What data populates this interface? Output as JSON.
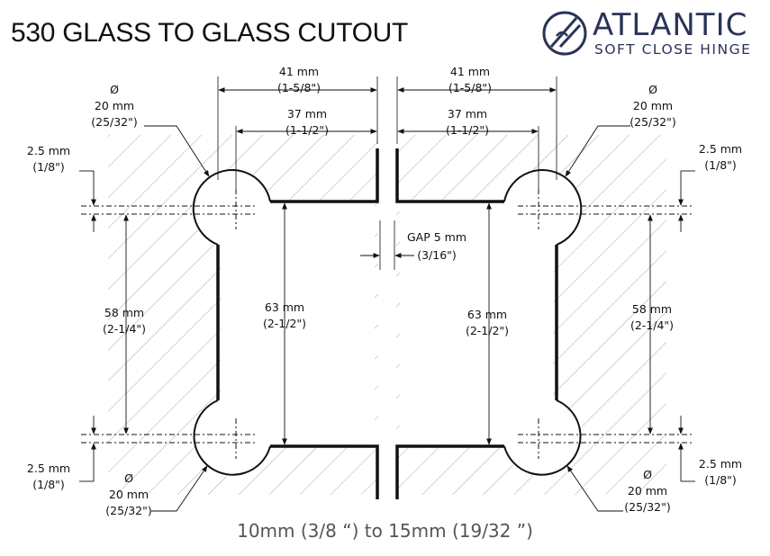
{
  "title": "530 GLASS TO GLASS CUTOUT",
  "brand": {
    "name": "ATLANTIC",
    "tagline": "SOFT CLOSE HINGE",
    "color": "#2a3458",
    "logo_icon": "circle-slash-logo-icon"
  },
  "footer": "10mm (3/8 “) to 15mm (19/32 ”)",
  "dimensions": {
    "left": {
      "width_41": [
        "41 mm",
        "(1-5/8\")"
      ],
      "width_37": [
        "37 mm",
        "(1-1/2\")"
      ],
      "hole_top": [
        "Ø",
        "20 mm",
        "(25/32\")"
      ],
      "hole_bottom": [
        "Ø",
        "20 mm",
        "(25/32\")"
      ],
      "offset_top": [
        "2.5 mm",
        "(1/8\")"
      ],
      "offset_bottom": [
        "2.5 mm",
        "(1/8\")"
      ],
      "height_58": [
        "58 mm",
        "(2-1/4\")"
      ],
      "height_63": [
        "63 mm",
        "(2-1/2\")"
      ]
    },
    "right": {
      "width_41": [
        "41 mm",
        "(1-5/8\")"
      ],
      "width_37": [
        "37 mm",
        "(1-1/2\")"
      ],
      "hole_top": [
        "Ø",
        "20 mm",
        "(25/32\")"
      ],
      "hole_bottom": [
        "Ø",
        "20 mm",
        "(25/32\")"
      ],
      "offset_top": [
        "2.5 mm",
        "(1/8\")"
      ],
      "offset_bottom": [
        "2.5 mm",
        "(1/8\")"
      ],
      "height_58": [
        "58 mm",
        "(2-1/4\")"
      ],
      "height_63": [
        "63 mm",
        "(2-1/2\")"
      ]
    },
    "gap": [
      "GAP 5 mm",
      "(3/16\")"
    ]
  }
}
